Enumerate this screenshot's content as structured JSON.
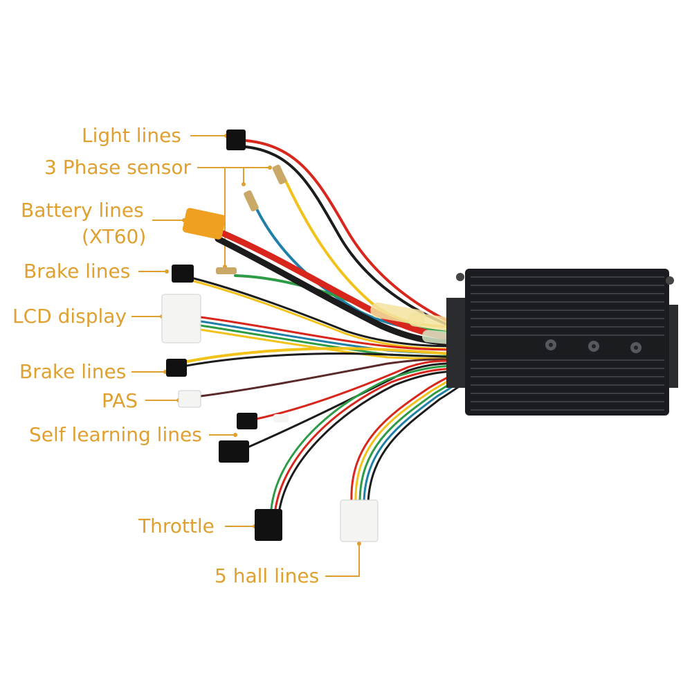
{
  "colors": {
    "label": "#e0a030",
    "leader": "#e0a030",
    "controller_body": "#1a1c1f",
    "wire_red": "#d9261c",
    "wire_black": "#1c1c1c",
    "wire_yellow": "#f2c21b",
    "wire_blue": "#1e7fa8",
    "wire_green": "#2e9b46",
    "connector_white": "#f4f4f2",
    "xt60": "#f0a020"
  },
  "labels": {
    "light_lines": "Light lines",
    "phase_sensor": "3 Phase sensor",
    "battery_lines": "Battery lines",
    "battery_xt60": "(XT60)",
    "brake_lines_1": "Brake lines",
    "lcd_display": "LCD display",
    "brake_lines_2": "Brake lines",
    "pas": "PAS",
    "self_learning": "Self learning lines",
    "throttle": "Throttle",
    "hall_lines": "5 hall lines"
  },
  "icons": {
    "controller": "motor-controller-icon",
    "connector": "connector-plug-icon"
  }
}
